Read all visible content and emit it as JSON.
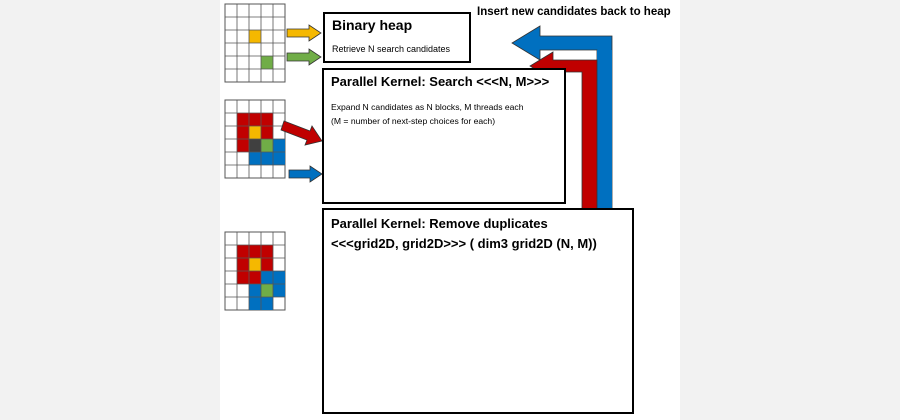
{
  "colors": {
    "red": "#c00000",
    "blue": "#0070c0",
    "yellow": "#f5b800",
    "green": "#70ad47",
    "dark_gray": "#404040",
    "gray": "#7f7f7f",
    "light_gray": "#e8e8e8",
    "arrow_yellow": "#f5b800",
    "arrow_green": "#70ad47",
    "grid_line": "#888888"
  },
  "header": {
    "insert_label": "Insert new candidates back to heap"
  },
  "heap_box": {
    "title": "Binary heap",
    "subtitle": "Retrieve N search candidates"
  },
  "search_box": {
    "title": "Parallel Kernel: Search <<<N, M>>>",
    "desc_line1": "Expand N candidates as N blocks, M threads each",
    "desc_line2": "(M = number of next-step choices for each)"
  },
  "dedup_box": {
    "title_line1": "Parallel Kernel: Remove duplicates",
    "title_line2": "<<<grid2D, grid2D>>>   ( dim3 grid2D (N, M))"
  },
  "icons": {
    "arrow_right_yellow": "arrow-right-icon",
    "arrow_right_green": "arrow-right-icon",
    "arrow_right_red": "arrow-right-icon",
    "arrow_right_blue": "arrow-right-icon",
    "arrow_loop_red": "loop-arrow-icon",
    "arrow_loop_blue": "loop-arrow-icon",
    "arrow_diag_red": "diagonal-arrow-icon"
  }
}
